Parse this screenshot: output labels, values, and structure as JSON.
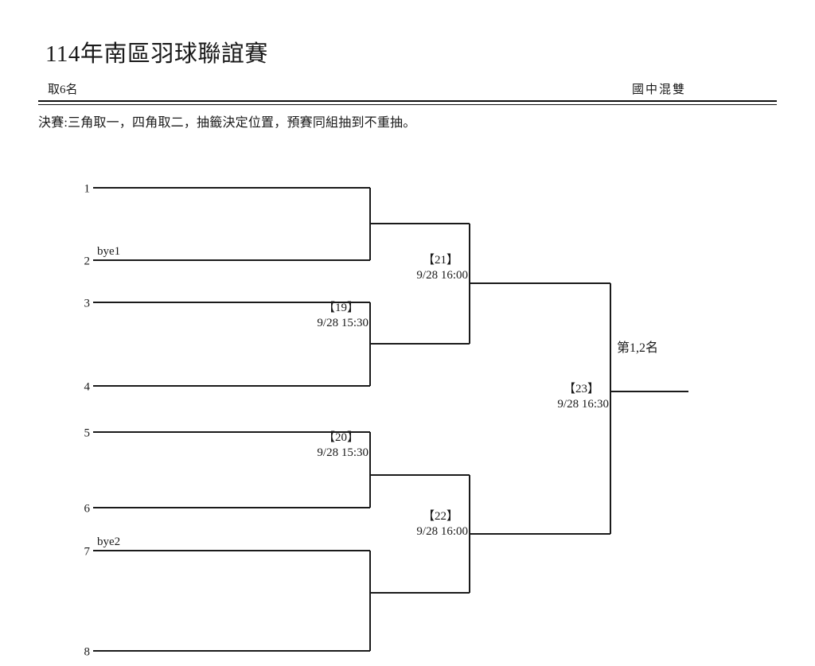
{
  "header": {
    "title": "114年南區羽球聯誼賽",
    "qualify_note": "取6名",
    "category": "國中混雙",
    "rules_note": "決賽:三角取一，四角取二，抽籤決定位置，預賽同組抽到不重抽。"
  },
  "bracket": {
    "seeds": [
      {
        "number": "1",
        "name": ""
      },
      {
        "number": "2",
        "name": "bye1"
      },
      {
        "number": "3",
        "name": ""
      },
      {
        "number": "4",
        "name": ""
      },
      {
        "number": "5",
        "name": ""
      },
      {
        "number": "6",
        "name": ""
      },
      {
        "number": "7",
        "name": "bye2"
      },
      {
        "number": "8",
        "name": ""
      }
    ],
    "matches": [
      {
        "code": "【19】",
        "time": "9/28  15:30"
      },
      {
        "code": "【20】",
        "time": "9/28  15:30"
      },
      {
        "code": "【21】",
        "time": "9/28  16:00"
      },
      {
        "code": "【22】",
        "time": "9/28  16:00"
      },
      {
        "code": "【23】",
        "time": "9/28  16:30"
      }
    ],
    "final_rank_label": "第1,2名",
    "line_color": "#1a1a1a"
  }
}
